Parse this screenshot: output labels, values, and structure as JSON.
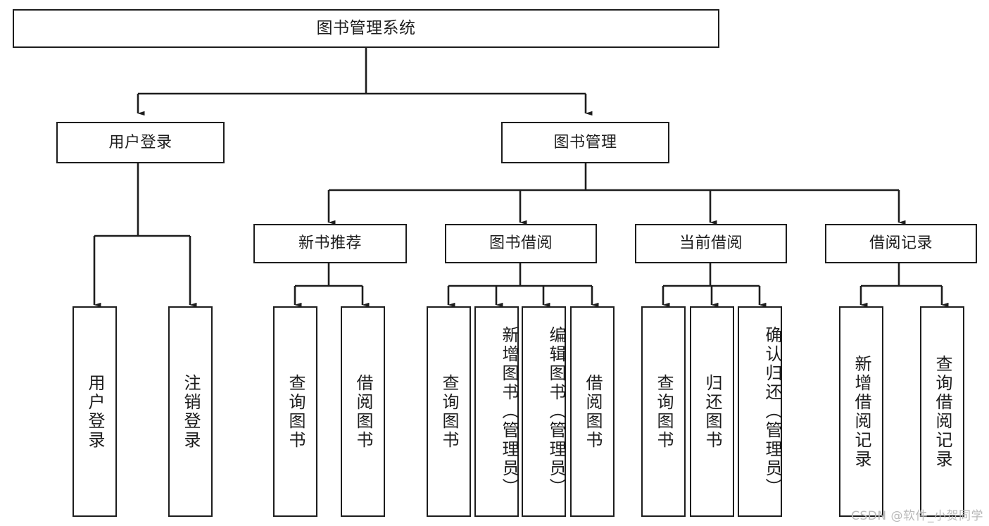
{
  "diagram": {
    "title": "图书管理系统",
    "type": "tree",
    "watermark": "CSDN @软件_小贺同学",
    "colors": {
      "stroke": "#1d1d1d",
      "fill": "#ffffff",
      "watermark": "#b9b9b9"
    },
    "nodes": {
      "root": {
        "label": "图书管理系统"
      },
      "level2": [
        {
          "id": "user-login",
          "label": "用户登录"
        },
        {
          "id": "book-manage",
          "label": "图书管理"
        }
      ],
      "level3": [
        {
          "id": "new-book-recommend",
          "label": "新书推荐"
        },
        {
          "id": "book-borrow",
          "label": "图书借阅"
        },
        {
          "id": "current-borrow",
          "label": "当前借阅"
        },
        {
          "id": "borrow-record",
          "label": "借阅记录"
        }
      ],
      "leaves": {
        "user_login": [
          {
            "id": "leaf-user-login",
            "label": "用户登录"
          },
          {
            "id": "leaf-logout",
            "label": "注销登录"
          }
        ],
        "new_book_recommend": [
          {
            "id": "leaf-query-book-1",
            "label": "查询图书"
          },
          {
            "id": "leaf-borrow-book-1",
            "label": "借阅图书"
          }
        ],
        "book_borrow": [
          {
            "id": "leaf-query-book-2",
            "label": "查询图书"
          },
          {
            "id": "leaf-add-book",
            "label": "新增图书（管理员）"
          },
          {
            "id": "leaf-edit-book",
            "label": "编辑图书（管理员）"
          },
          {
            "id": "leaf-borrow-book-2",
            "label": "借阅图书"
          }
        ],
        "current_borrow": [
          {
            "id": "leaf-query-book-3",
            "label": "查询图书"
          },
          {
            "id": "leaf-return-book",
            "label": "归还图书"
          },
          {
            "id": "leaf-confirm-return",
            "label": "确认归还（管理员）"
          }
        ],
        "borrow_record": [
          {
            "id": "leaf-add-record",
            "label": "新增借阅记录"
          },
          {
            "id": "leaf-query-record",
            "label": "查询借阅记录"
          }
        ]
      }
    }
  }
}
